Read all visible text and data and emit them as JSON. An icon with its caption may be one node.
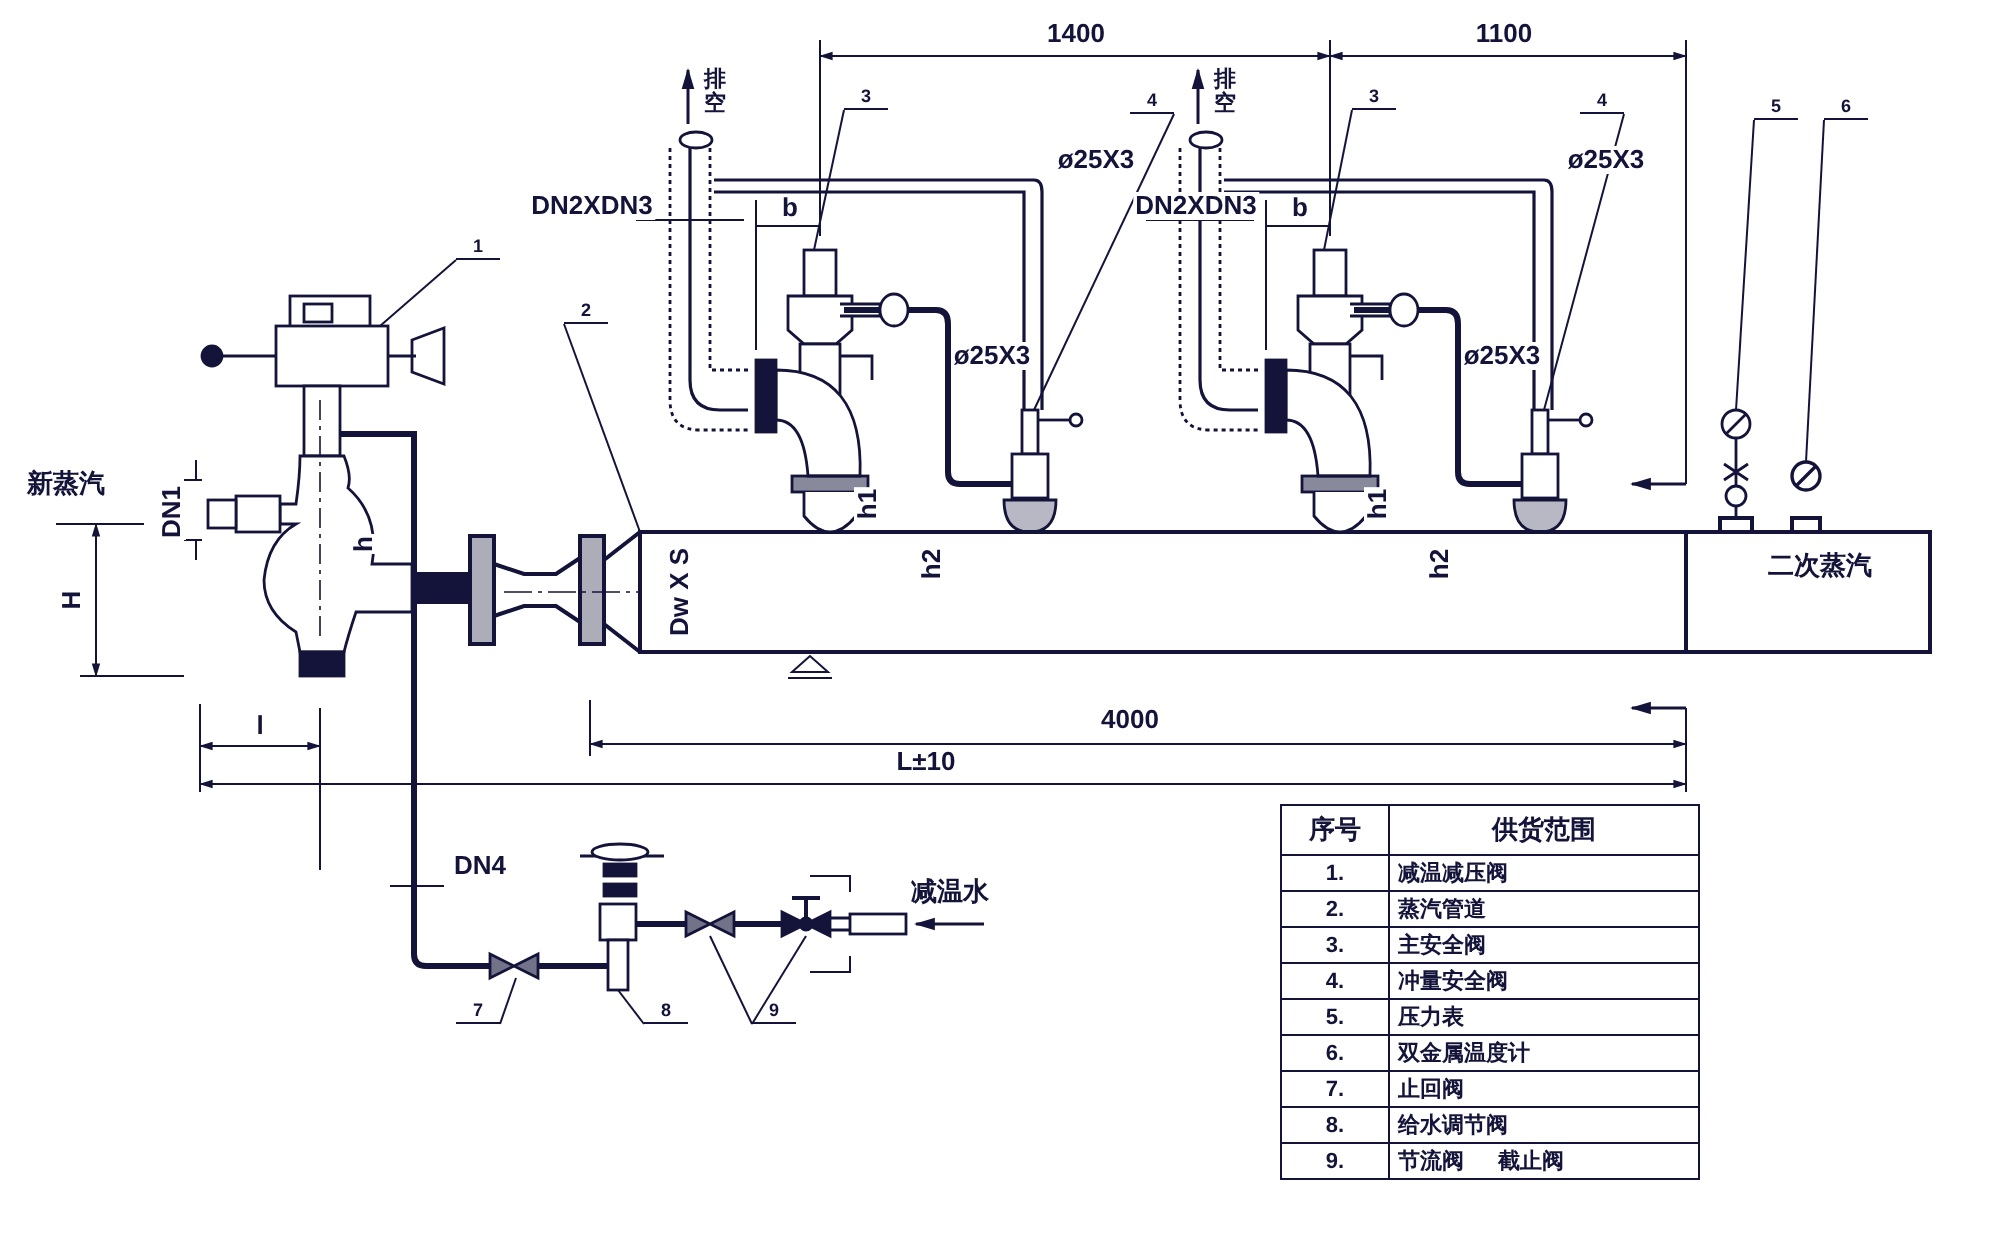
{
  "diagram": {
    "nodes": [
      {
        "text": [
          "1"
        ]
      },
      {
        "text": [
          "2"
        ]
      },
      {
        "text": [
          "3"
        ]
      },
      {
        "text": [
          "3"
        ]
      },
      {
        "text": [
          "4"
        ]
      },
      {
        "text": [
          "4"
        ]
      },
      {
        "text": [
          "5"
        ]
      },
      {
        "text": [
          "6"
        ]
      },
      {
        "text": [
          "7"
        ]
      },
      {
        "text": [
          "8"
        ]
      },
      {
        "text": [
          "9"
        ]
      },
      {
        "text": [],
        "shape": "picture"
      },
      {
        "text": [],
        "shape": "box"
      },
      {
        "text": [],
        "shape": "picture"
      },
      {
        "text": [],
        "shape": "picture"
      },
      {
        "text": [],
        "shape": "picture"
      },
      {
        "text": [],
        "shape": "picture"
      },
      {
        "text": [],
        "shape": "picture"
      },
      {
        "text": [],
        "shape": "circle"
      },
      {
        "text": [],
        "shape": "picture"
      },
      {
        "text": [],
        "shape": "picture"
      },
      {
        "text": [],
        "shape": "picture"
      },
      {
        "text": [],
        "shape": "picture"
      }
    ],
    "edges": [
      {
        "from": 0,
        "to": 11,
        "arrow": "none"
      },
      {
        "from": 1,
        "to": 12,
        "arrow": "none"
      },
      {
        "from": 2,
        "to": 13,
        "arrow": "none"
      },
      {
        "from": 3,
        "to": 14,
        "arrow": "none"
      },
      {
        "from": 4,
        "to": 15,
        "arrow": "none"
      },
      {
        "from": 5,
        "to": 16,
        "arrow": "none"
      },
      {
        "from": 6,
        "to": 17,
        "arrow": "none"
      },
      {
        "from": 7,
        "to": 18,
        "arrow": "none"
      },
      {
        "from": 8,
        "to": 19,
        "arrow": "none"
      },
      {
        "from": 9,
        "to": 20,
        "arrow": "none"
      },
      {
        "from": 10,
        "to": 21,
        "arrow": "none"
      },
      {
        "from": 10,
        "to": 22,
        "arrow": "none"
      },
      {
        "from": 13,
        "to": 15,
        "arrow": "none",
        "style": "thick"
      },
      {
        "from": 14,
        "to": 16,
        "arrow": "none",
        "style": "thick"
      },
      {
        "from": 11,
        "to": 19,
        "arrow": "none",
        "style": "thick"
      },
      {
        "from": 19,
        "to": 20,
        "arrow": "none",
        "style": "thick"
      },
      {
        "from": 20,
        "to": 21,
        "arrow": "none",
        "style": "thick"
      },
      {
        "from": 21,
        "to": 22,
        "arrow": "none",
        "style": "thick"
      },
      {
        "from": 11,
        "to": 12,
        "arrow": "none",
        "style": "thick"
      }
    ],
    "labels": [
      "1400",
      "1100",
      "排空",
      "排空",
      "DN2XDN3",
      "b",
      "DN2XDN3",
      "b",
      "ø25X3",
      "ø25X3",
      "ø25X3",
      "ø25X3",
      "新蒸汽",
      "DN1",
      "h1",
      "h1",
      "H",
      "h",
      "Dw X S",
      "h2",
      "h2",
      "二次蒸汽",
      "l",
      "4000",
      "L±10",
      "DN4",
      "减温水",
      "序号",
      "供货范围",
      "1.",
      "减温减压阀",
      "2.",
      "蒸汽管道",
      "3.",
      "主安全阀",
      "4.",
      "冲量安全阀",
      "5.",
      "压力表",
      "6.",
      "双金属温度计",
      "7.",
      "止回阀",
      "8.",
      "给水调节阀",
      "9.",
      "节流阀 截止阀"
    ]
  }
}
